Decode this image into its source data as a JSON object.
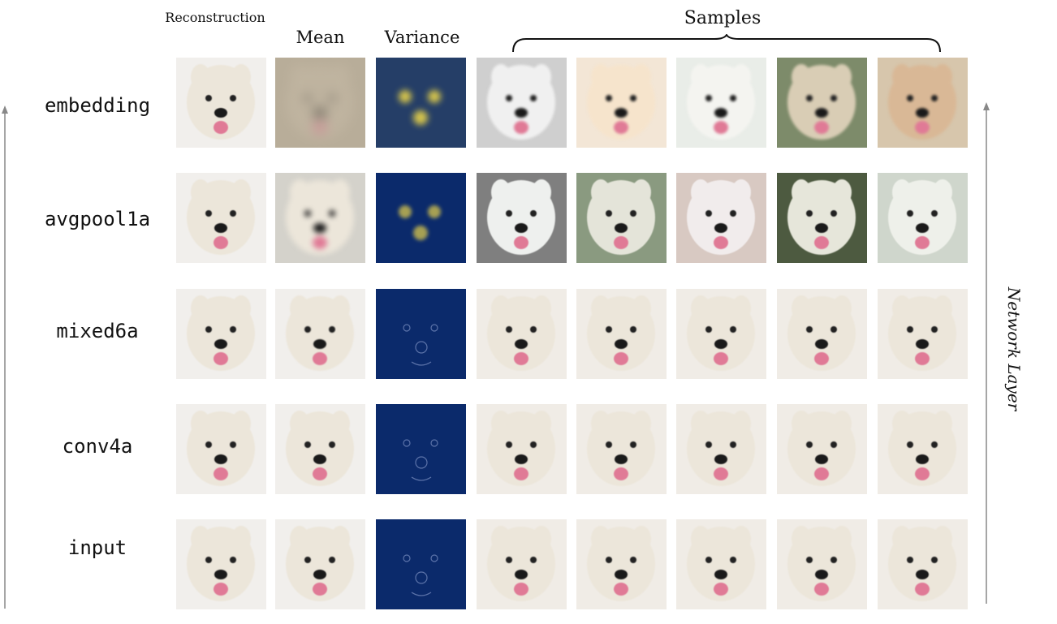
{
  "headers": {
    "reconstruction": "Reconstruction",
    "mean": "Mean",
    "variance": "Variance",
    "samples": "Samples"
  },
  "rows": [
    {
      "label": "embedding"
    },
    {
      "label": "avgpool1a"
    },
    {
      "label": "mixed6a"
    },
    {
      "label": "conv4a"
    },
    {
      "label": "input"
    }
  ],
  "axis": {
    "label": "Network Layer"
  },
  "colors": {
    "variance_dark": "#0b2a6b",
    "variance_highlight": "#e8d24a",
    "fur": "#ece6da",
    "nose": "#1a1a1a",
    "tongue": "#e07a96",
    "axis": "#888888"
  }
}
